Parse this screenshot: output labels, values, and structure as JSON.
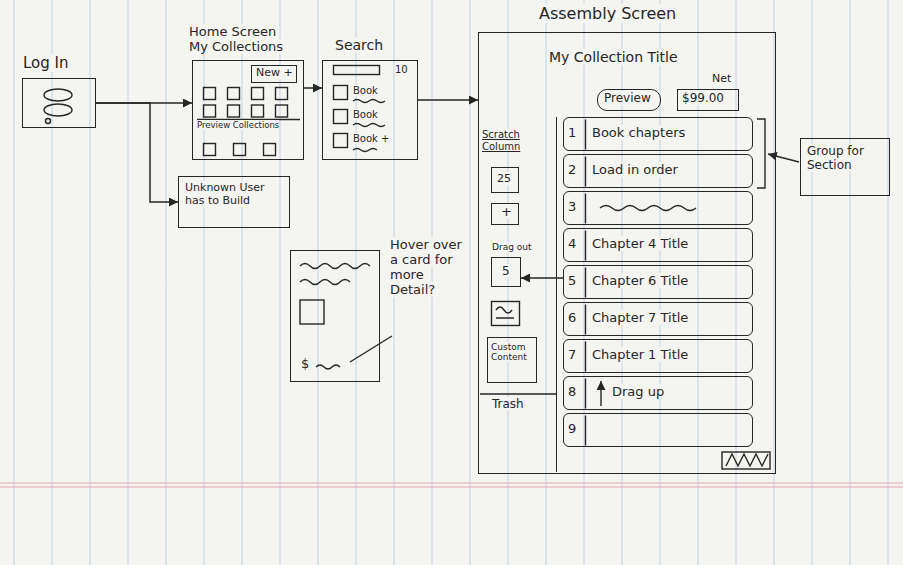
{
  "diagram": {
    "nodes": [
      {
        "text": [
          "Log In"
        ]
      },
      {
        "text": [
          "Home Screen My Collections",
          "Preview Collections"
        ]
      },
      {
        "text": [
          "New +"
        ],
        "in": 1
      },
      {
        "text": [
          "Unknown User has to Build"
        ]
      },
      {
        "text": [
          "Search",
          "10",
          "Book",
          "Book",
          "Book +"
        ]
      },
      {
        "text": [
          "$"
        ]
      },
      {
        "text": [
          "Assembly Screen",
          "My Collection Title"
        ]
      },
      {
        "text": [
          "Preview"
        ],
        "in": 6
      },
      {
        "text": [
          "Net",
          "$99.00"
        ],
        "in": 6
      },
      {
        "text": [
          "Scratch Column"
        ],
        "in": 6
      },
      {
        "text": [
          "25"
        ],
        "in": 9
      },
      {
        "text": [
          "+"
        ],
        "in": 9
      },
      {
        "text": [
          "Drag out",
          "5"
        ],
        "in": 9
      },
      {
        "text": [
          "Custom Content"
        ],
        "in": 9
      },
      {
        "text": [
          "1",
          "Book chapters"
        ],
        "in": 6
      },
      {
        "text": [
          "2",
          "Load in order"
        ],
        "in": 6
      },
      {
        "text": [
          "3"
        ],
        "in": 6
      },
      {
        "text": [
          "4",
          "Chapter 4 Title"
        ],
        "in": 6
      },
      {
        "text": [
          "5",
          "Chapter 6 Title"
        ],
        "in": 6
      },
      {
        "text": [
          "6",
          "Chapter 7 Title"
        ],
        "in": 6
      },
      {
        "text": [
          "7",
          "Chapter 1 Title"
        ],
        "in": 6
      },
      {
        "text": [
          "8",
          "Drag up"
        ],
        "in": 6
      },
      {
        "text": [
          "9"
        ],
        "in": 6
      },
      {
        "text": [
          "Group for Section"
        ]
      }
    ],
    "edges": [
      {
        "from": 0,
        "to": 1,
        "arrow": "to"
      },
      {
        "from": 0,
        "to": 3,
        "arrow": "to"
      },
      {
        "from": 1,
        "to": 4,
        "arrow": "to"
      },
      {
        "from": 4,
        "to": 6,
        "arrow": "to"
      },
      {
        "from": 18,
        "to": 12,
        "arrow": "to"
      }
    ],
    "labels": [
      "Hover over a card for more Detail?",
      "Trash"
    ]
  }
}
